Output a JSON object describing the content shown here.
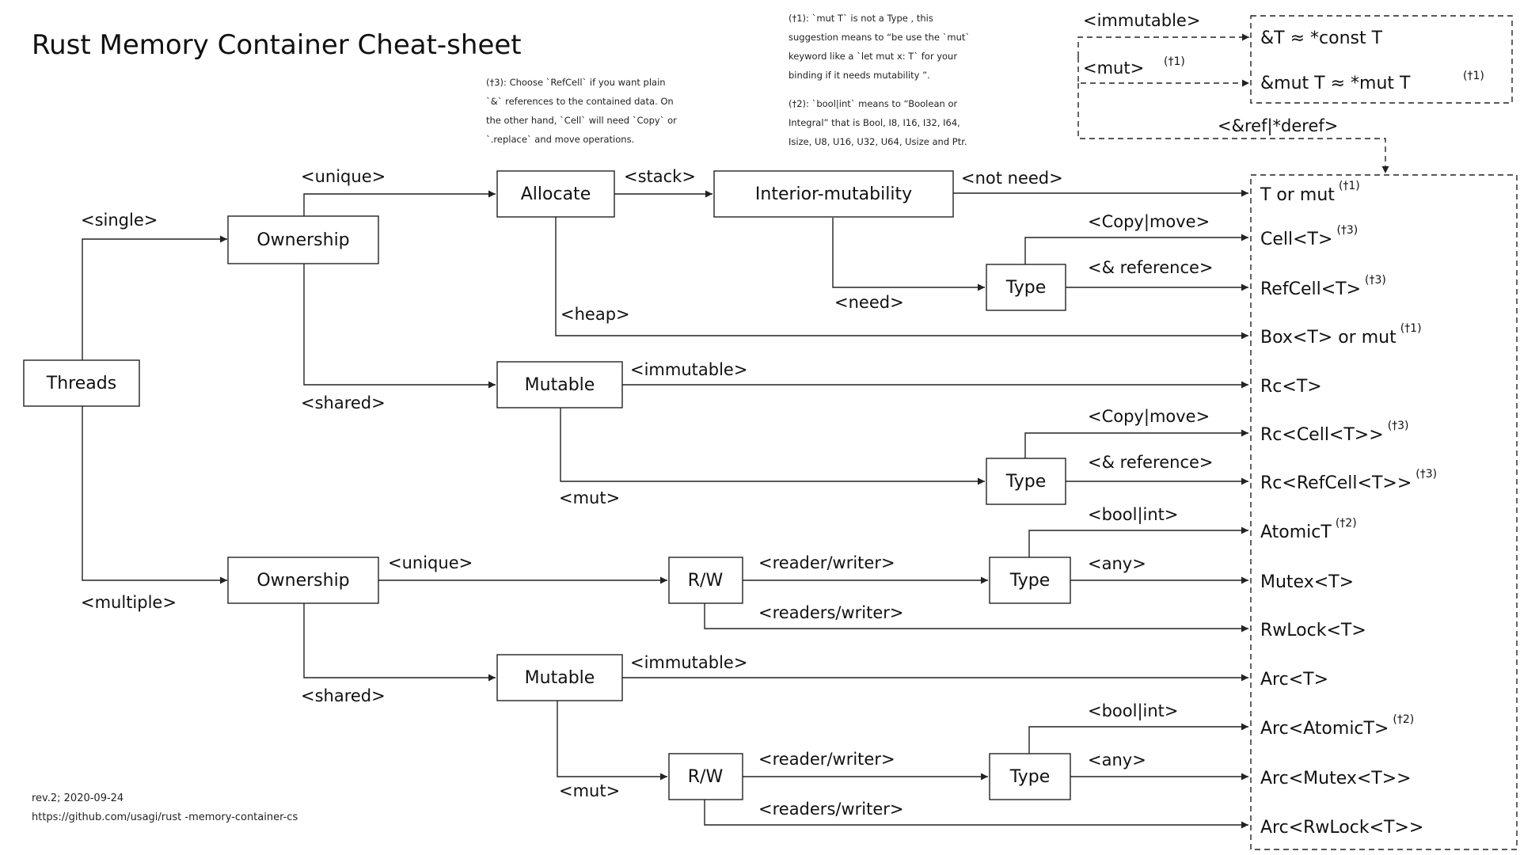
{
  "title": "Rust Memory Container Cheat-sheet",
  "footer": {
    "revision": "rev.2; 2020-09-24",
    "url": "https://github.com/usagi/rust -memory-container-cs"
  },
  "notes": {
    "n1_l1": "(†1): `mut T` is not a Type , this",
    "n1_l2": "suggestion means to “be use the `mut`",
    "n1_l3": "keyword like a `let  mut x: T` for your",
    "n1_l4": "binding if it needs mutability ”.",
    "n2_l1": "(†2): `bool|int` means to “Boolean or",
    "n2_l2": "Integral” that is Bool, I8, I16, I32, I64,",
    "n2_l3": "Isize, U8, U16, U32, U64,  Usize and Ptr.",
    "n3_l1": "(†3): Choose `RefCell` if you want plain",
    "n3_l2": "`&` references to the contained data. On",
    "n3_l3": "the other hand, `Cell` will need `Copy` or",
    "n3_l4": "`.replace` and move operations."
  },
  "legend": {
    "immutable": "<immutable>",
    "mut": "<mut>",
    "mut_sup": "(†1)",
    "ref_deref": "<&ref|*deref>",
    "ref_t": "&T ≈ *const T",
    "mut_ref_t": "&mut T ≈ *mut T",
    "mut_ref_sup": "(†1)"
  },
  "nodes": {
    "threads": "Threads",
    "ownership": "Ownership",
    "allocate": "Allocate",
    "interior": "Interior-mutability",
    "type": "Type",
    "mutable": "Mutable",
    "rw": "R/W"
  },
  "edges": {
    "single": "<single>",
    "multiple": "<multiple>",
    "unique": "<unique>",
    "shared": "<shared>",
    "stack": "<stack>",
    "heap": "<heap>",
    "not_need": "<not need>",
    "need": "<need>",
    "copy_move": "<Copy|move>",
    "ref": "<& reference>",
    "immutable": "<immutable>",
    "mut": "<mut>",
    "bool_int": "<bool|int>",
    "any": "<any>",
    "reader_writer": "<reader/writer>",
    "readers_writer": "<readers/writer>"
  },
  "results": [
    {
      "text": "T or mut",
      "sup": "(†1)"
    },
    {
      "text": "Cell<T>",
      "sup": "(†3)"
    },
    {
      "text": "RefCell<T>",
      "sup": "(†3)"
    },
    {
      "text": "Box<T> or mut",
      "sup": "(†1)"
    },
    {
      "text": "Rc<T>",
      "sup": ""
    },
    {
      "text": "Rc<Cell<T>>",
      "sup": "(†3)"
    },
    {
      "text": "Rc<RefCell<T>>",
      "sup": "(†3)"
    },
    {
      "text": "AtomicT",
      "sup": "(†2)"
    },
    {
      "text": "Mutex<T>",
      "sup": ""
    },
    {
      "text": "RwLock<T>",
      "sup": ""
    },
    {
      "text": "Arc<T>",
      "sup": ""
    },
    {
      "text": "Arc<AtomicT>",
      "sup": "(†2)"
    },
    {
      "text": "Arc<Mutex<T>>",
      "sup": ""
    },
    {
      "text": "Arc<RwLock<T>>",
      "sup": ""
    }
  ]
}
